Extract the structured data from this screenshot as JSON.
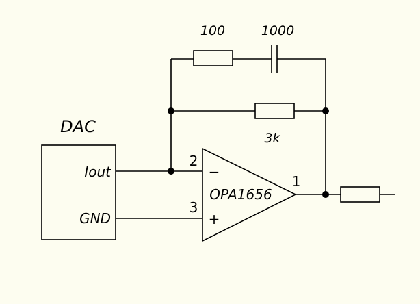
{
  "diagram": {
    "title": "DAC",
    "dac_pins": {
      "iout": "Iout",
      "gnd": "GND"
    },
    "opamp": {
      "name": "OPA1656",
      "pin_inverting": "2",
      "pin_noninverting": "3",
      "pin_output": "1",
      "sign_inverting": "−",
      "sign_noninverting": "+"
    },
    "components": {
      "series_resistor": "100",
      "series_capacitor": "1000",
      "feedback_resistor": "3k"
    }
  }
}
